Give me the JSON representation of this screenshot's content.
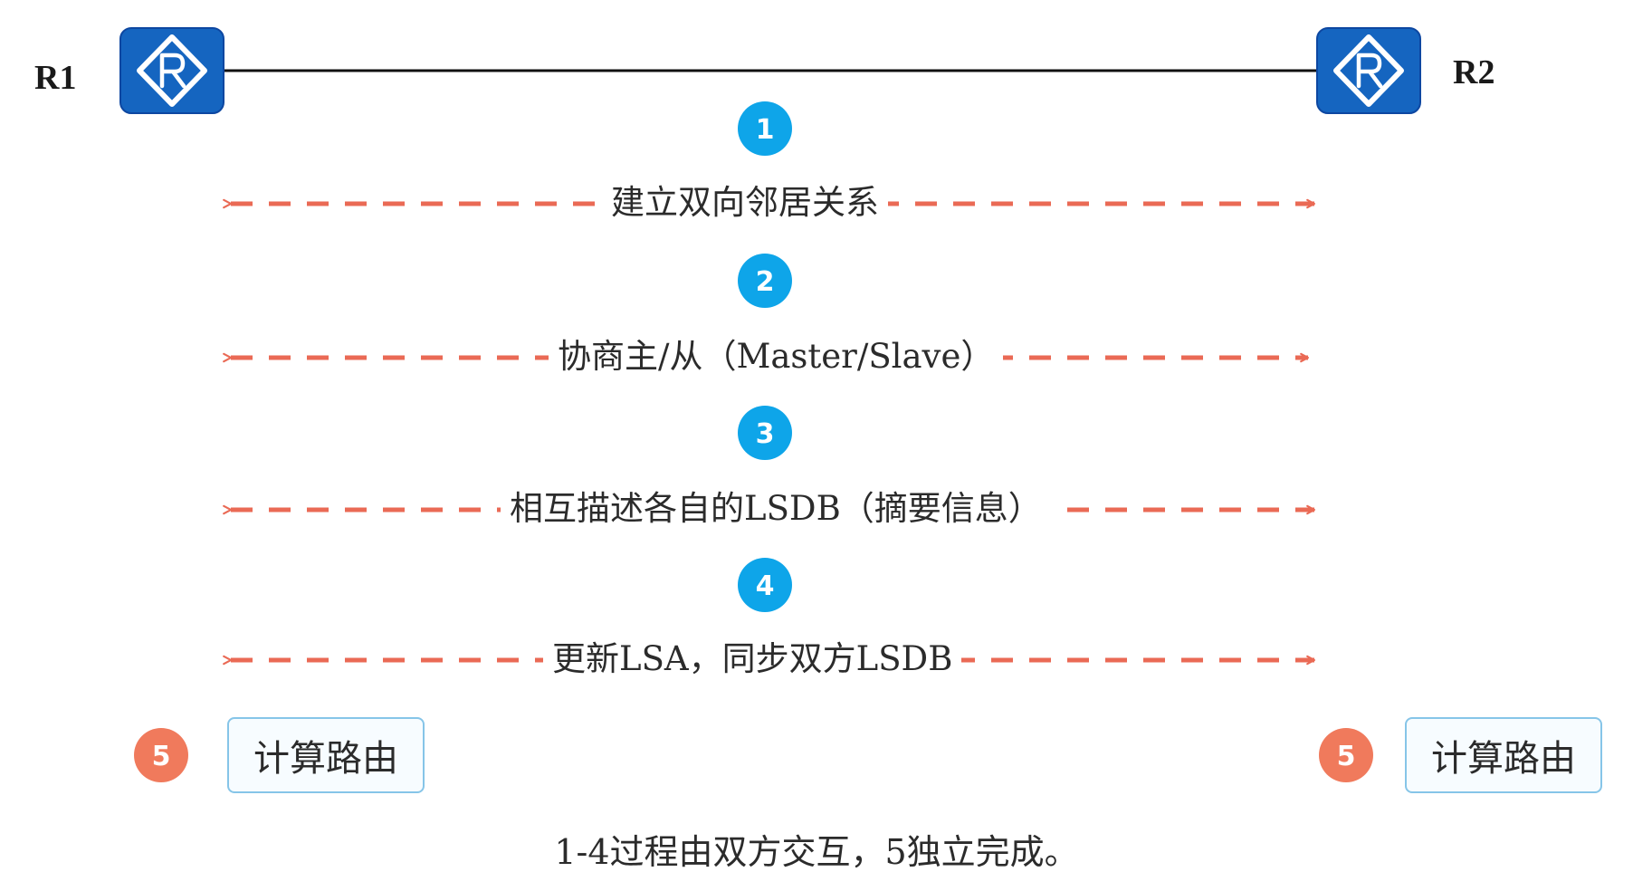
{
  "routers": {
    "left": {
      "label": "R1",
      "icon": "router-icon"
    },
    "right": {
      "label": "R2",
      "icon": "router-icon"
    }
  },
  "steps": [
    {
      "number": "1",
      "text": "建立双向邻居关系"
    },
    {
      "number": "2",
      "text": "协商主/从（Master/Slave）"
    },
    {
      "number": "3",
      "text": "相互描述各自的LSDB（摘要信息）"
    },
    {
      "number": "4",
      "text": "更新LSA，同步双方LSDB"
    }
  ],
  "compute": {
    "number": "5",
    "left_label": "计算路由",
    "right_label": "计算路由"
  },
  "footer_note": "1-4过程由双方交互，5独立完成。",
  "colors": {
    "router_blue": "#1565c0",
    "step_blue": "#0ea5e9",
    "step5_orange": "#f07a5c",
    "arrow_dash": "#ea6a55",
    "box_border": "#86c5e8"
  }
}
